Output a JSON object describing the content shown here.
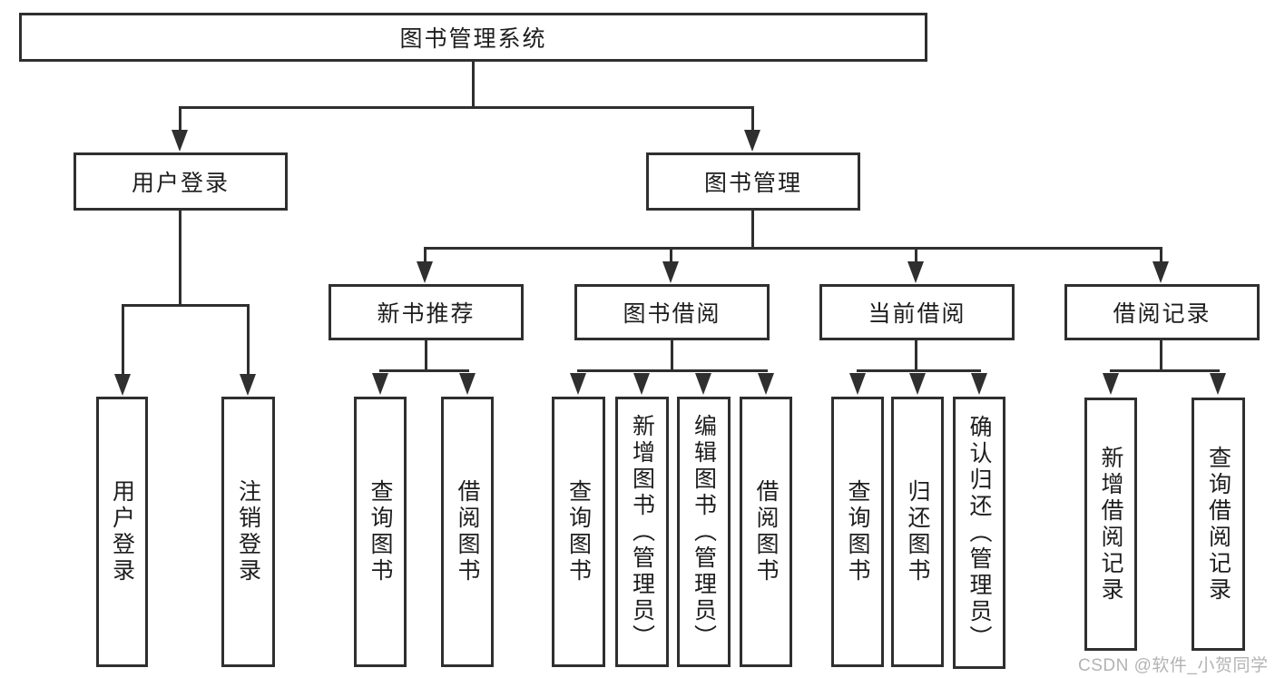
{
  "tree": {
    "root": "图书管理系统",
    "branches": [
      {
        "label": "用户登录",
        "children": [
          {
            "label": "用户登录"
          },
          {
            "label": "注销登录"
          }
        ]
      },
      {
        "label": "图书管理",
        "children": [
          {
            "label": "新书推荐",
            "children": [
              {
                "label": "查询图书"
              },
              {
                "label": "借阅图书"
              }
            ]
          },
          {
            "label": "图书借阅",
            "children": [
              {
                "label": "查询图书"
              },
              {
                "label": "新增图书（管理员）"
              },
              {
                "label": "编辑图书（管理员）"
              },
              {
                "label": "借阅图书"
              }
            ]
          },
          {
            "label": "当前借阅",
            "children": [
              {
                "label": "查询图书"
              },
              {
                "label": "归还图书"
              },
              {
                "label": "确认归还（管理员）"
              }
            ]
          },
          {
            "label": "借阅记录",
            "children": [
              {
                "label": "新增借阅记录"
              },
              {
                "label": "查询借阅记录"
              }
            ]
          }
        ]
      }
    ]
  },
  "watermark": {
    "text": "CSDN @软件_小贺同学"
  },
  "colors": {
    "line": "#2f2f2f",
    "text": "#1d1d1d",
    "watermark": "#b3b3b3",
    "background": "#ffffff"
  }
}
